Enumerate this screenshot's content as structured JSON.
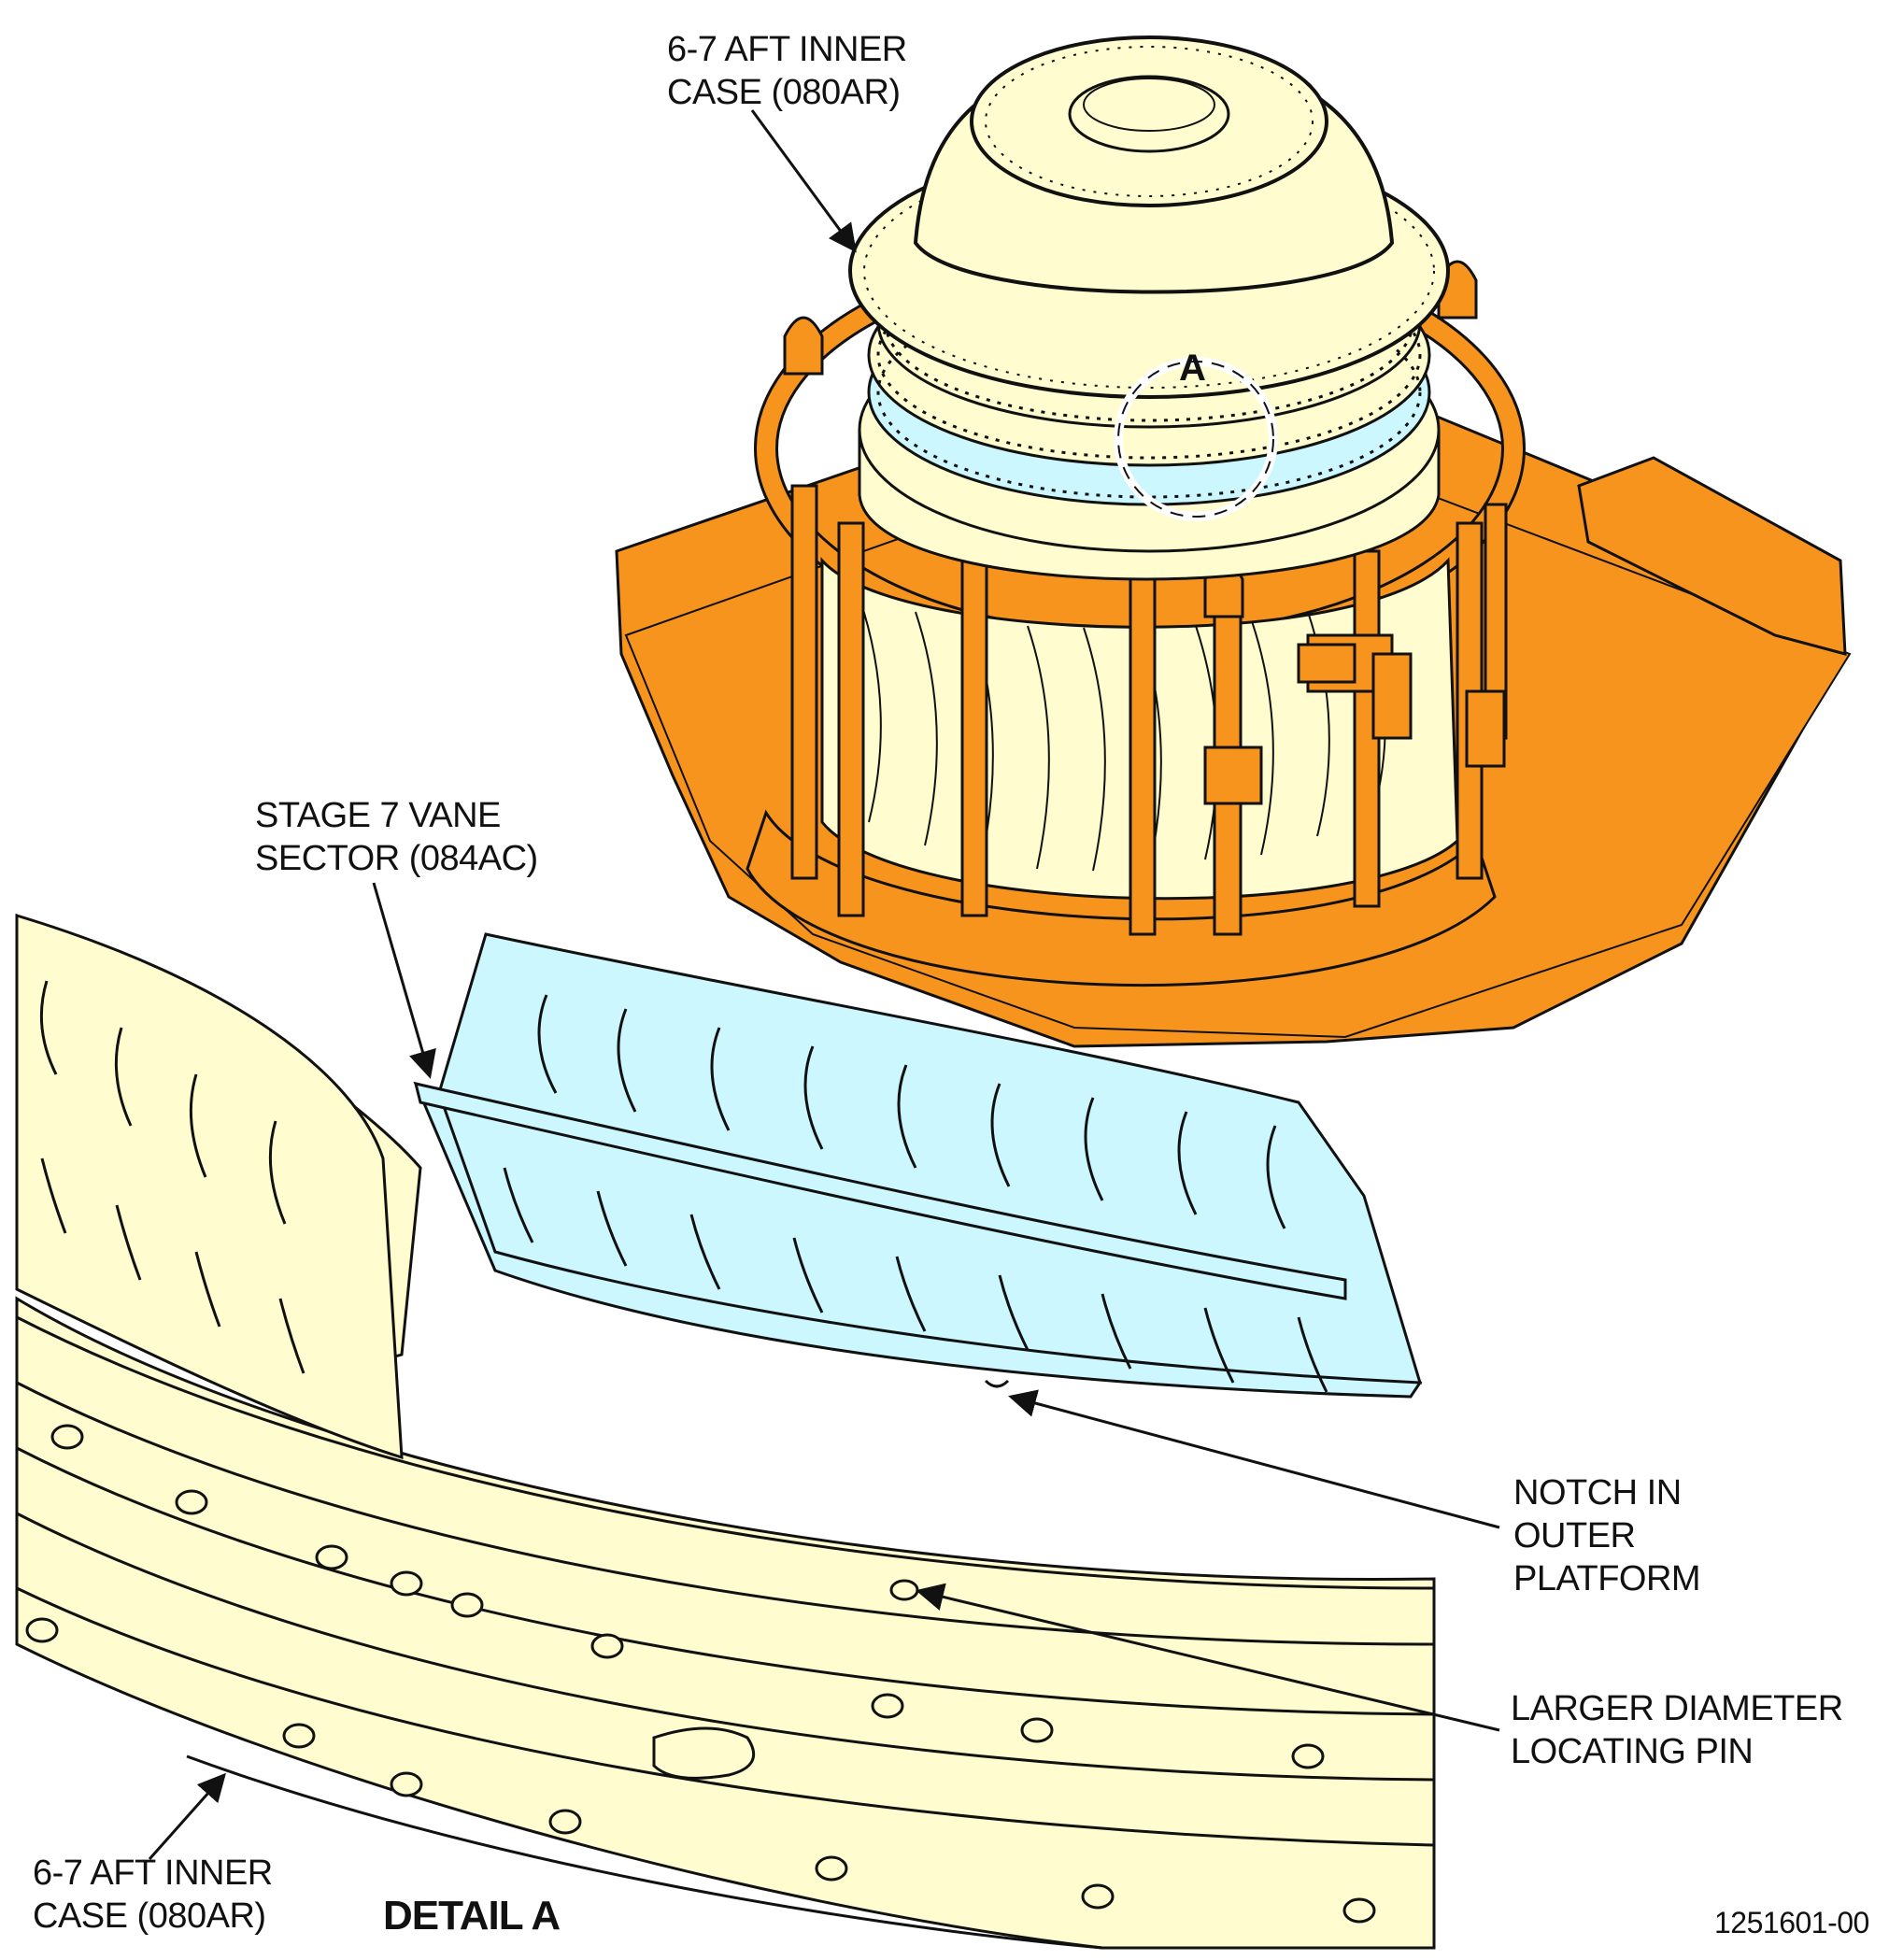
{
  "callouts": {
    "aft_inner_case_top": [
      "6-7 AFT INNER",
      "CASE (080AR)"
    ],
    "stage7_vane_sector": [
      "STAGE 7 VANE",
      "SECTOR (084AC)"
    ],
    "notch": [
      "NOTCH IN",
      "OUTER",
      "PLATFORM"
    ],
    "locating_pin": [
      "LARGER DIAMETER",
      "LOCATING PIN"
    ],
    "aft_inner_case_bottom": [
      "6-7 AFT INNER",
      "CASE (080AR)"
    ]
  },
  "detail_marker": "A",
  "detail_title": "DETAIL A",
  "figure_id": "1251601-00",
  "colors": {
    "fixture": "#F7941D",
    "case": "#FFFDD0",
    "vane_sector": "#CCF7FF",
    "line": "#111111"
  }
}
